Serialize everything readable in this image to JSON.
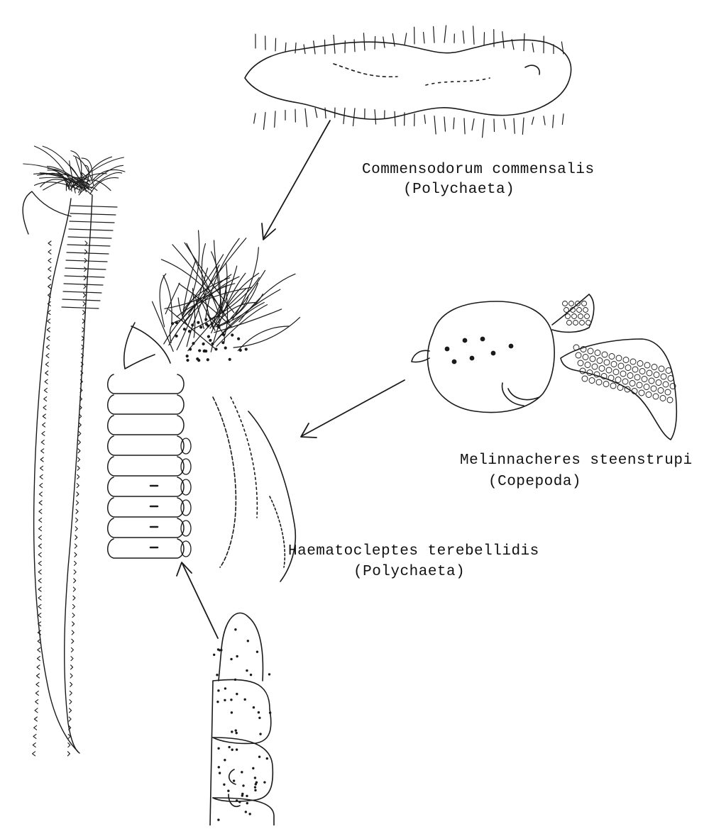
{
  "labels": {
    "commensodorum_name": "Commensodorum commensalis",
    "commensodorum_group": "(Polychaeta)",
    "melinnacheres_name": "Melinnacheres steenstrupi",
    "melinnacheres_group": "(Copepoda)",
    "haematocleptes_name": "Haematocleptes terebellidis",
    "haematocleptes_group": "(Polychaeta)"
  }
}
